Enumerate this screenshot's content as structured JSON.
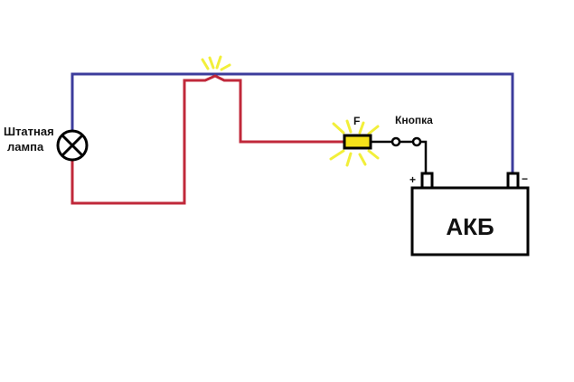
{
  "diagram": {
    "lamp_label_line1": "Штатная",
    "lamp_label_line2": "лампа",
    "fuse_label": "F",
    "button_label": "Кнопка",
    "battery_label": "АКБ",
    "battery_plus": "+",
    "battery_minus": "−",
    "colors": {
      "wire_positive": "#c0283a",
      "wire_negative": "#3c3c9c",
      "component": "#000000",
      "fuse_fill": "#f5e21a",
      "spark": "#f2ef3a"
    }
  }
}
